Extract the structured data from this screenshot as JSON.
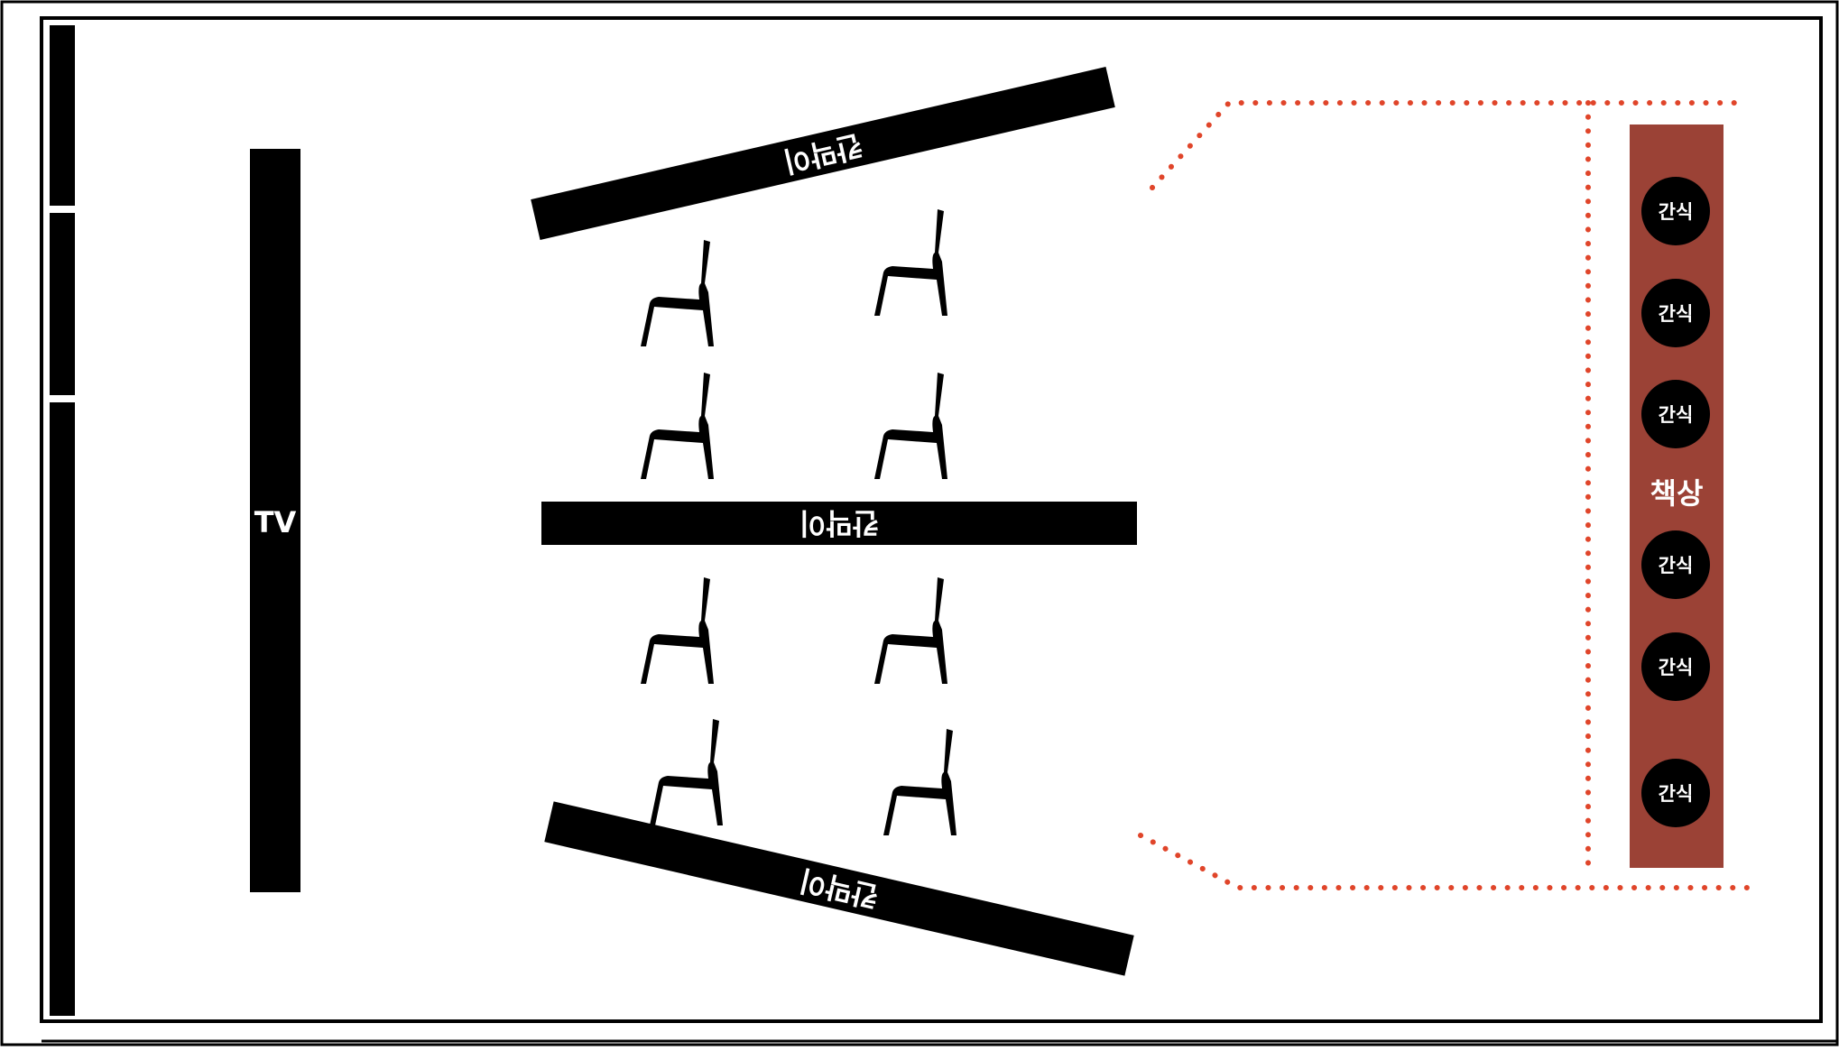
{
  "tv": {
    "label": "TV"
  },
  "partitions": [
    {
      "label": "칸막이"
    },
    {
      "label": "칸막이"
    },
    {
      "label": "칸막이"
    }
  ],
  "desk": {
    "label": "책상",
    "snacks": [
      "간식",
      "간식",
      "간식",
      "간식",
      "간식",
      "간식"
    ]
  },
  "chair_count": 8,
  "colors": {
    "border": "#000000",
    "fill": "#000000",
    "desk": "#9b4236",
    "dotted_line": "#e0452a",
    "text_on_dark": "#ffffff"
  }
}
